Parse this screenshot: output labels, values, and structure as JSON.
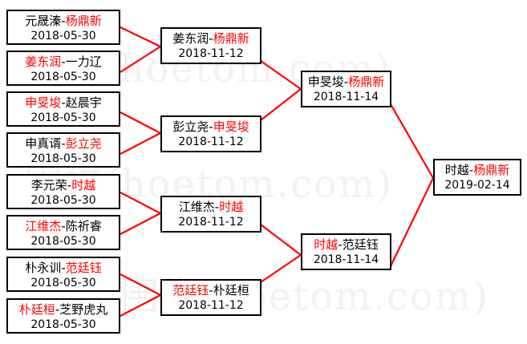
{
  "diagram": {
    "type": "single-elimination-tournament-bracket",
    "title": "",
    "colors": {
      "winner": "#ff0000",
      "loser": "#000000",
      "connector": "#ff0000",
      "box_border": "#000000",
      "background": "#ffffff",
      "watermark": "#f2f2f2"
    },
    "watermark": {
      "line1": "围棋(hoetom.com)",
      "line2": "围棋(hoetom.com)",
      "line3": "围棋(hoetom.com)"
    }
  },
  "rounds": [
    {
      "name": "round-of-16",
      "matches": [
        {
          "id": "r1m1",
          "left": "元晟溱",
          "right": "杨鼎新",
          "winner": "right",
          "date": "2018-05-30"
        },
        {
          "id": "r1m2",
          "left": "姜东润",
          "right": "一力辽",
          "winner": "left",
          "date": "2018-05-30"
        },
        {
          "id": "r1m3",
          "left": "申旻埈",
          "right": "赵晨宇",
          "winner": "left",
          "date": "2018-05-30"
        },
        {
          "id": "r1m4",
          "left": "申真谞",
          "right": "彭立尧",
          "winner": "right",
          "date": "2018-05-30"
        },
        {
          "id": "r1m5",
          "left": "李元荣",
          "right": "时越",
          "winner": "right",
          "date": "2018-05-30"
        },
        {
          "id": "r1m6",
          "left": "江维杰",
          "right": "陈祈睿",
          "winner": "left",
          "date": "2018-05-30"
        },
        {
          "id": "r1m7",
          "left": "朴永训",
          "right": "范廷钰",
          "winner": "right",
          "date": "2018-05-30"
        },
        {
          "id": "r1m8",
          "left": "朴廷桓",
          "right": "芝野虎丸",
          "winner": "left",
          "date": "2018-05-30"
        }
      ]
    },
    {
      "name": "quarter-finals",
      "matches": [
        {
          "id": "r2m1",
          "left": "姜东润",
          "right": "杨鼎新",
          "winner": "right",
          "date": "2018-11-12"
        },
        {
          "id": "r2m2",
          "left": "彭立尧",
          "right": "申旻埈",
          "winner": "right",
          "date": "2018-11-12"
        },
        {
          "id": "r2m3",
          "left": "江维杰",
          "right": "时越",
          "winner": "right",
          "date": "2018-11-12"
        },
        {
          "id": "r2m4",
          "left": "范廷钰",
          "right": "朴廷桓",
          "winner": "left",
          "date": "2018-11-12"
        }
      ]
    },
    {
      "name": "semi-finals",
      "matches": [
        {
          "id": "r3m1",
          "left": "申旻埈",
          "right": "杨鼎新",
          "winner": "right",
          "date": "2018-11-14"
        },
        {
          "id": "r3m2",
          "left": "时越",
          "right": "范廷钰",
          "winner": "left",
          "date": "2018-11-14"
        }
      ]
    },
    {
      "name": "final",
      "matches": [
        {
          "id": "r4m1",
          "left": "时越",
          "right": "杨鼎新",
          "winner": "right",
          "date": "2019-02-14"
        }
      ]
    }
  ]
}
